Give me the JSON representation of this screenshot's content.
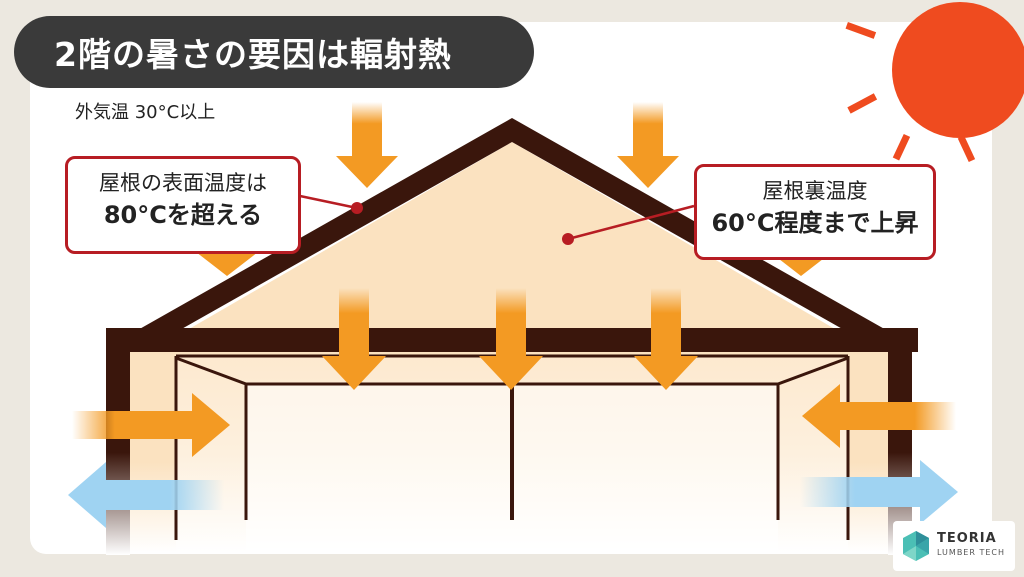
{
  "title": "2階の暑さの要因は輻射熱",
  "outside_temp": "外気温 30°C以上",
  "callouts": {
    "roof_line1": "屋根の表面温度は",
    "roof_line2": "80°Cを超える",
    "attic_line1": "屋根裏温度",
    "attic_line2": "60°C程度まで上昇"
  },
  "logo": {
    "name": "TEORIA",
    "sub": "LUMBER TECH"
  },
  "colors": {
    "roof_frame": "#3a160c",
    "attic_fill": "#fbe2c0",
    "heat_arrow": "#f39a23",
    "cool_arrow": "#9fd3f2",
    "callout_border": "#b71d23",
    "sun": "#ef4b1f"
  }
}
